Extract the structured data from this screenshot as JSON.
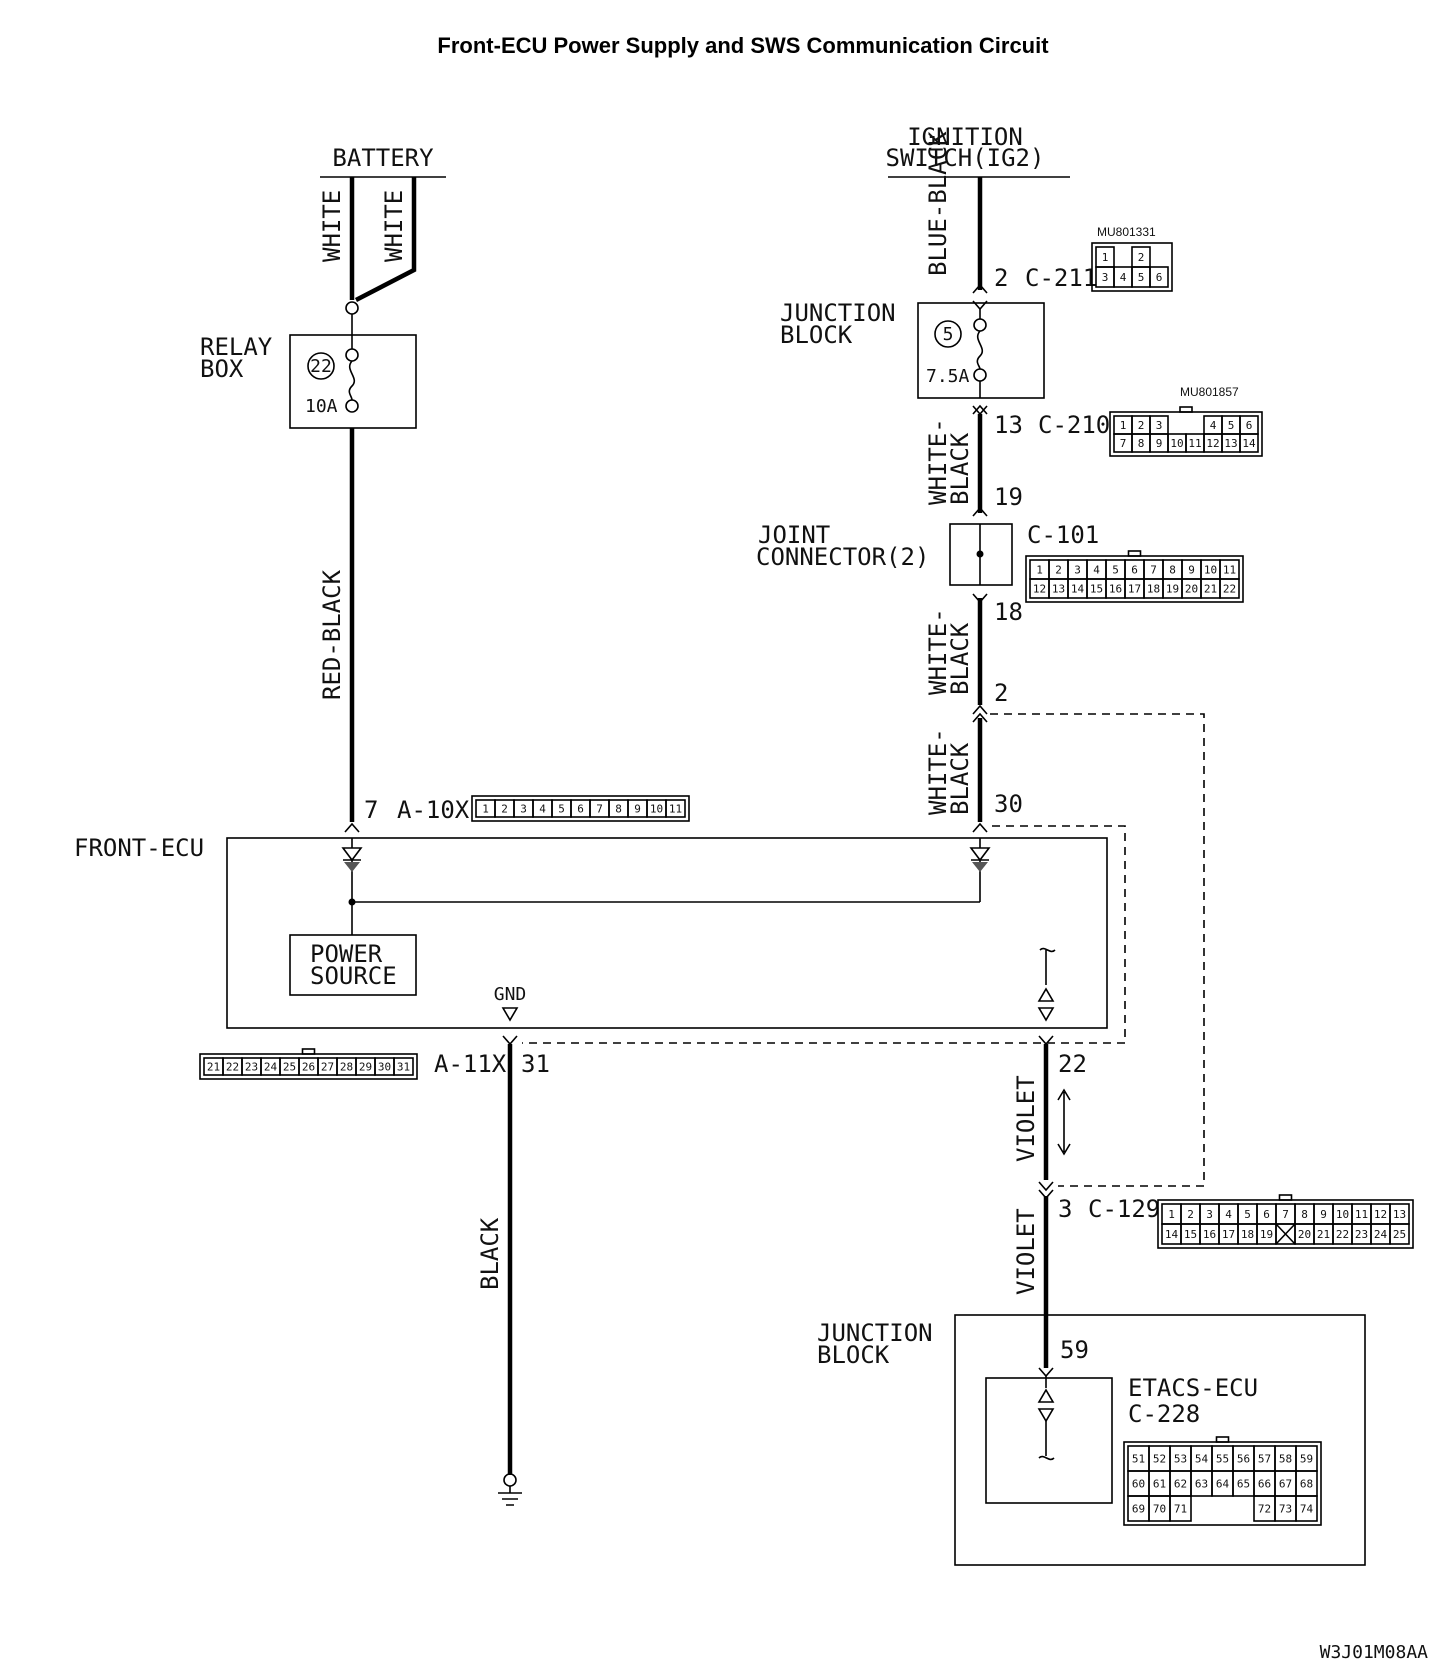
{
  "title": "Front-ECU Power Supply and SWS Communication Circuit",
  "footer_code": "W3J01M08AA",
  "battery": {
    "label": "BATTERY",
    "wire_left": "WHITE",
    "wire_right": "WHITE"
  },
  "relay_box": {
    "label_line1": "RELAY",
    "label_line2": "BOX",
    "fuse_no": "22",
    "fuse_rating": "10A"
  },
  "ignition": {
    "label_line1": "IGNITION",
    "label_line2": "SWITCH(IG2)",
    "wire": "BLUE-BLACK"
  },
  "c211": {
    "pin": "2",
    "name": "C-211",
    "part": "MU801331",
    "pins_top": [
      "1",
      "",
      "2"
    ],
    "pins_bottom": [
      "3",
      "4",
      "5",
      "6"
    ]
  },
  "jb_upper": {
    "label_line1": "JUNCTION",
    "label_line2": "BLOCK",
    "fuse_no": "5",
    "fuse_rating": "7.5A"
  },
  "c210": {
    "pin": "13",
    "name": "C-210",
    "part": "MU801857",
    "pins_top": [
      "1",
      "2",
      "3",
      "",
      "",
      "4",
      "5",
      "6"
    ],
    "pins_bottom": [
      "7",
      "8",
      "9",
      "10",
      "11",
      "12",
      "13",
      "14"
    ]
  },
  "wire_wb1": {
    "line1": "WHITE-",
    "line2": "BLACK"
  },
  "joint": {
    "label_line1": "JOINT",
    "label_line2": "CONNECTOR(2)",
    "pin_in": "19",
    "pin_out": "18",
    "name": "C-101",
    "pins_top": [
      "1",
      "2",
      "3",
      "4",
      "5",
      "6",
      "7",
      "8",
      "9",
      "10",
      "11"
    ],
    "pins_bottom": [
      "12",
      "13",
      "14",
      "15",
      "16",
      "17",
      "18",
      "19",
      "20",
      "21",
      "22"
    ]
  },
  "wire_wb2": {
    "line1": "WHITE-",
    "line2": "BLACK"
  },
  "splice_pin": "2",
  "wire_wb3": {
    "line1": "WHITE-",
    "line2": "BLACK"
  },
  "ecu_pin_ig": "30",
  "red_black": "RED-BLACK",
  "a10x": {
    "pin": "7",
    "name": "A-10X",
    "pins": [
      "1",
      "2",
      "3",
      "4",
      "5",
      "6",
      "7",
      "8",
      "9",
      "10",
      "11"
    ]
  },
  "front_ecu": {
    "label": "FRONT-ECU",
    "power_line1": "POWER",
    "power_line2": "SOURCE",
    "gnd": "GND"
  },
  "a11x": {
    "name": "A-11X",
    "pin": "31",
    "pins": [
      "21",
      "22",
      "23",
      "24",
      "25",
      "26",
      "27",
      "28",
      "29",
      "30",
      "31"
    ]
  },
  "ecu_pin_comm": "22",
  "violet_upper": "VIOLET",
  "violet_lower": "VIOLET",
  "black": "BLACK",
  "c129": {
    "pin": "3",
    "name": "C-129",
    "pins_top": [
      "1",
      "2",
      "3",
      "4",
      "5",
      "6",
      "7",
      "8",
      "9",
      "10",
      "11",
      "12",
      "13"
    ],
    "pins_bottom": [
      "14",
      "15",
      "16",
      "17",
      "18",
      "19",
      "",
      "20",
      "21",
      "22",
      "23",
      "24",
      "25"
    ]
  },
  "jb_lower": {
    "label_line1": "JUNCTION",
    "label_line2": "BLOCK",
    "pin": "59"
  },
  "etacs": {
    "label": "ETACS-ECU",
    "name": "C-228",
    "row1": [
      "51",
      "52",
      "53",
      "54",
      "55",
      "56",
      "57",
      "58",
      "59"
    ],
    "row2": [
      "60",
      "61",
      "62",
      "63",
      "64",
      "65",
      "66",
      "67",
      "68"
    ],
    "row3": [
      "69",
      "70",
      "71",
      "",
      "",
      "",
      "72",
      "73",
      "74"
    ]
  }
}
